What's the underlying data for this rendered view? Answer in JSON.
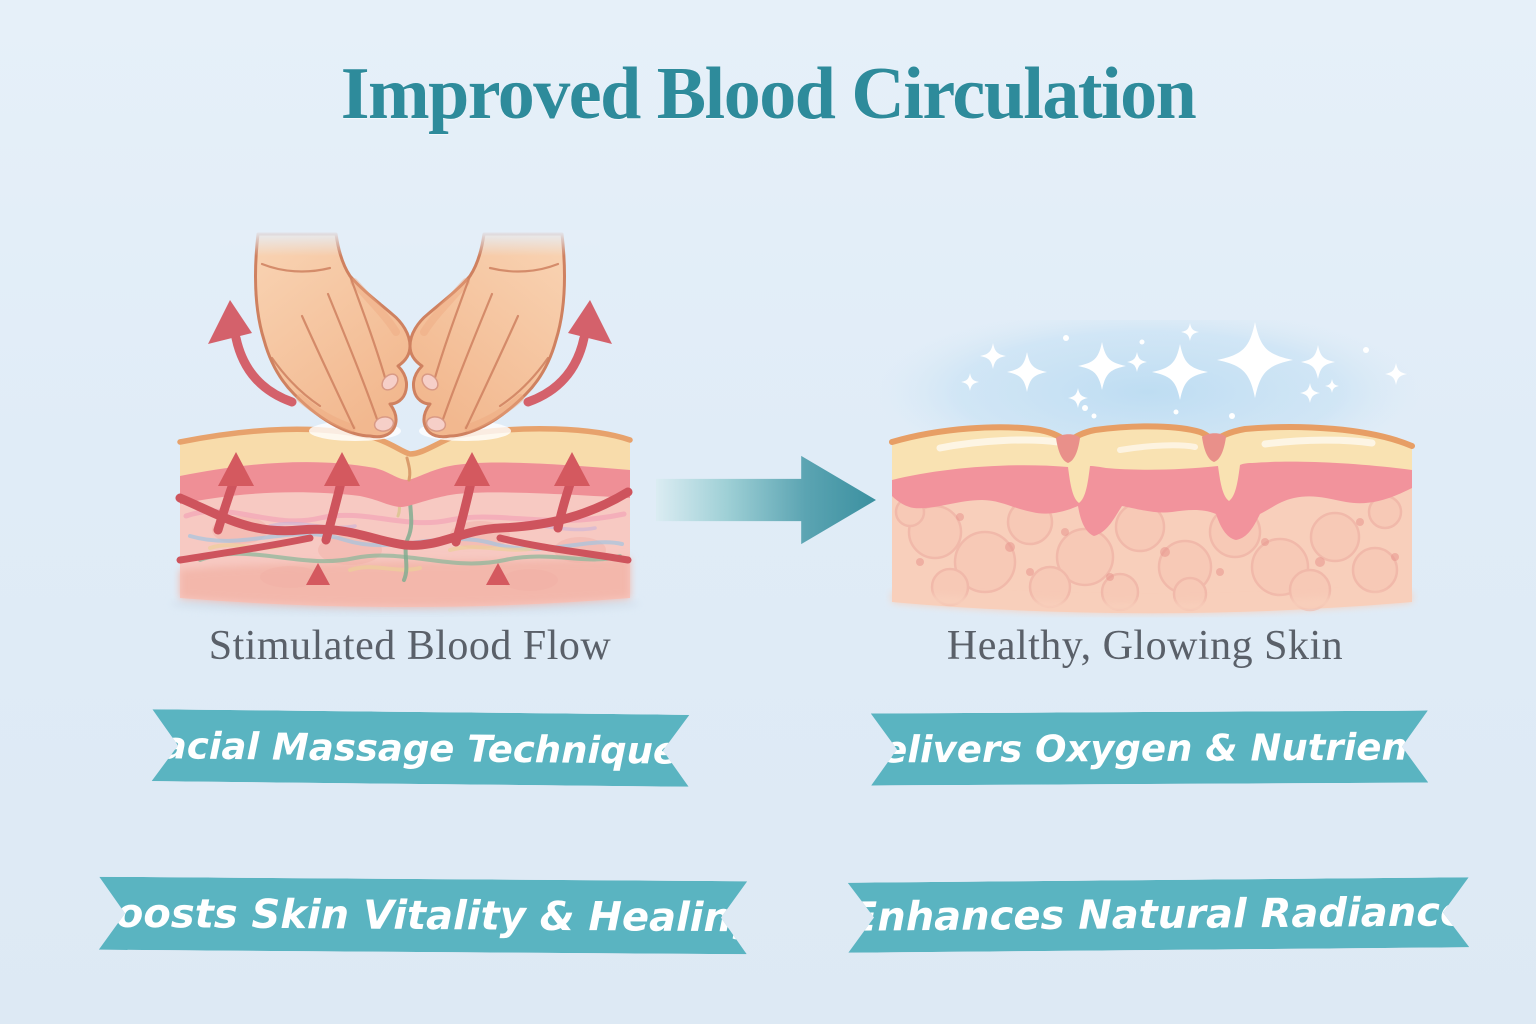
{
  "title": "Improved Blood Circulation",
  "panels": {
    "left": {
      "caption": "Stimulated Blood Flow",
      "illustration": "massage-hands-on-skin-cross-section"
    },
    "right": {
      "caption": "Healthy, Glowing Skin",
      "illustration": "healthy-skin-with-sparkles"
    }
  },
  "banners": [
    {
      "id": "facial-massage-techniques",
      "label": "Facial Massage Techniques"
    },
    {
      "id": "delivers-oxygen-nutrients",
      "label": "Delivers Oxygen & Nutrients"
    },
    {
      "id": "boosts-skin-vitality-healing",
      "label": "Boosts Skin Vitality & Healing"
    },
    {
      "id": "enhances-natural-radiance",
      "label": "Enhances Natural Radiance"
    }
  ],
  "arrow": {
    "name": "transition-arrow",
    "direction": "right"
  },
  "icons": [
    "massage-hand-icon",
    "blood-flow-arrow-icon",
    "sparkle-icon",
    "transition-arrow-icon"
  ],
  "colors": {
    "background": "#e0ecf7",
    "title_teal": "#2e8b9b",
    "caption_gray": "#5a6069",
    "banner_teal": "#5ab4c1",
    "banner_text": "#ffffff",
    "arrow_teal_light": "#cfe7ea",
    "arrow_teal_dark": "#3b90a0",
    "blood_red": "#d05760",
    "curved_arrow_red": "#d4616b",
    "skin_cream": "#f8dcab",
    "skin_tan_line": "#e7a26c",
    "skin_pink_band": "#ef9098",
    "dermis_pink": "#f7c9c2",
    "hand_skin": "#f7c8a4",
    "glow_blue": "#bcdcf2",
    "sparkle_white": "#ffffff"
  }
}
